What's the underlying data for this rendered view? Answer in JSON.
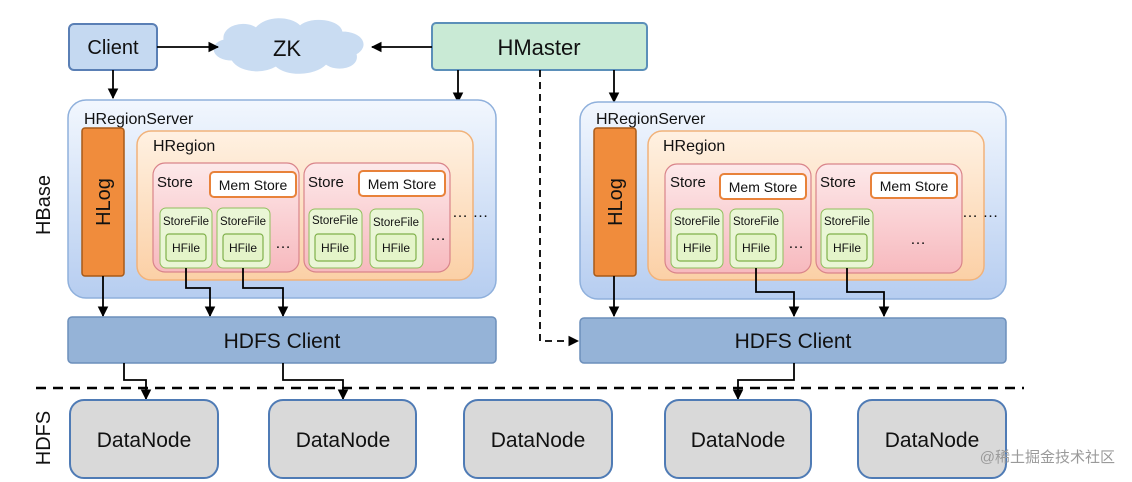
{
  "labels": {
    "client": "Client",
    "zk": "ZK",
    "hmaster": "HMaster",
    "hbase_side": "HBase",
    "hdfs_side": "HDFS",
    "watermark": "@稀土掘金技术社区"
  },
  "servers": [
    {
      "title": "HRegionServer",
      "hlog": "HLog",
      "region_title": "HRegion",
      "hdfs_client": "HDFS Client",
      "stores": [
        {
          "label": "Store",
          "memstore": "Mem Store",
          "storefiles": [
            {
              "label": "StoreFile",
              "hfile": "HFile"
            },
            {
              "label": "StoreFile",
              "hfile": "HFile"
            }
          ],
          "more": "…"
        },
        {
          "label": "Store",
          "memstore": "Mem Store",
          "storefiles": [
            {
              "label": "StoreFile",
              "hfile": "HFile"
            },
            {
              "label": "StoreFile",
              "hfile": "HFile"
            }
          ],
          "more": "…"
        }
      ],
      "more_stores": "… …"
    },
    {
      "title": "HRegionServer",
      "hlog": "HLog",
      "region_title": "HRegion",
      "hdfs_client": "HDFS Client",
      "stores": [
        {
          "label": "Store",
          "memstore": "Mem Store",
          "storefiles": [
            {
              "label": "StoreFile",
              "hfile": "HFile"
            },
            {
              "label": "StoreFile",
              "hfile": "HFile"
            }
          ],
          "more": "…"
        },
        {
          "label": "Store",
          "memstore": "Mem Store",
          "storefiles": [
            {
              "label": "StoreFile",
              "hfile": "HFile"
            }
          ],
          "more": "…"
        }
      ],
      "more_stores": "… …"
    }
  ],
  "datanodes": [
    "DataNode",
    "DataNode",
    "DataNode",
    "DataNode",
    "DataNode"
  ],
  "colors": {
    "client_fill": "#c5d9f1",
    "client_stroke": "#5a7fb5",
    "hmaster_fill": "#c9ead5",
    "hmaster_stroke": "#5b8fb9",
    "cloud_fill": "#c9dcf2",
    "server_fill_top": "#eef4fd",
    "server_fill_bottom": "#b9d0f2",
    "server_stroke": "#8fb0dc",
    "region_fill": "#fde0c4",
    "region_stroke": "#f1b27a",
    "store_fill": "#fbd1d4",
    "store_stroke": "#d9848a",
    "memstore_stroke": "#e8823a",
    "storefile_fill": "#eaf6d6",
    "storefile_stroke": "#8fbf5c",
    "hlog_fill": "#f08c3c",
    "hlog_stroke": "#a85a18",
    "hdfs_client_fill": "#95b3d7",
    "hdfs_client_stroke": "#6c8fbb",
    "datanode_fill": "#d9d9d9",
    "datanode_stroke": "#4f7bb5"
  }
}
